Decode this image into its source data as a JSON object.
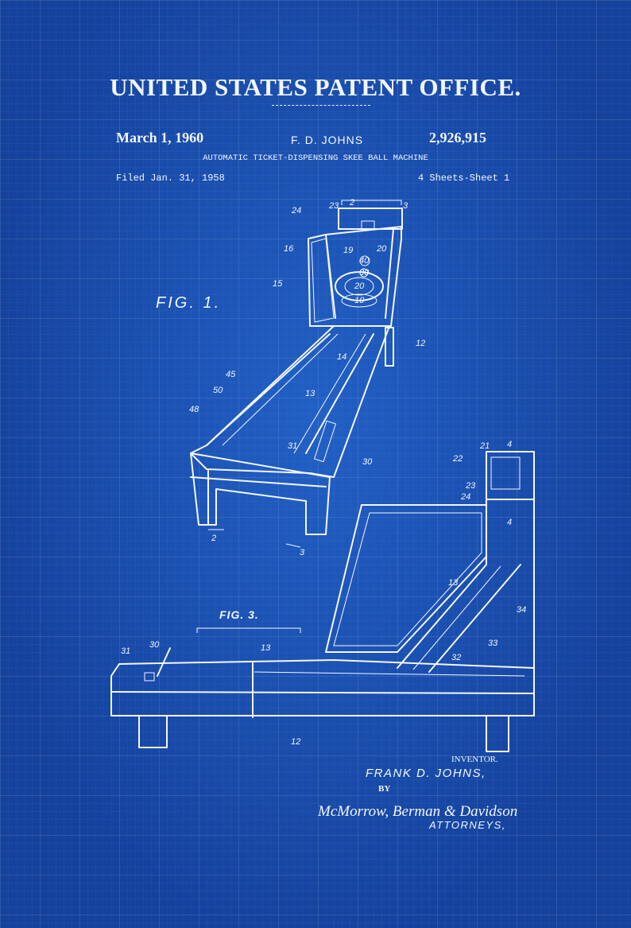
{
  "header": {
    "office_title": "UNITED STATES PATENT OFFICE.",
    "date": "March 1, 1960",
    "inventor_short": "F. D. JOHNS",
    "patent_number": "2,926,915",
    "subject": "AUTOMATIC TICKET-DISPENSING SKEE BALL MACHINE",
    "filed": "Filed Jan. 31, 1958",
    "sheets": "4 Sheets-Sheet 1"
  },
  "figures": {
    "fig1_label": "FIG. 1.",
    "fig3_label": "FIG. 3.",
    "ref_numerals_fig1": [
      "24",
      "23",
      "2",
      "3",
      "16",
      "19",
      "20",
      "15",
      "12",
      "14",
      "45",
      "50",
      "13",
      "48",
      "31",
      "30",
      "2",
      "3"
    ],
    "ref_numerals_fig3": [
      "21",
      "4",
      "22",
      "23",
      "24",
      "4",
      "13",
      "34",
      "33",
      "31",
      "30",
      "13",
      "32",
      "12"
    ],
    "target_numbers": [
      "40",
      "30",
      "20",
      "10"
    ]
  },
  "signature": {
    "inventor_label": "INVENTOR.",
    "inventor_name": "FRANK D. JOHNS,",
    "by": "BY",
    "attorneys_signature": "McMorrow, Berman & Davidson",
    "attorneys_label": "ATTORNEYS,"
  }
}
